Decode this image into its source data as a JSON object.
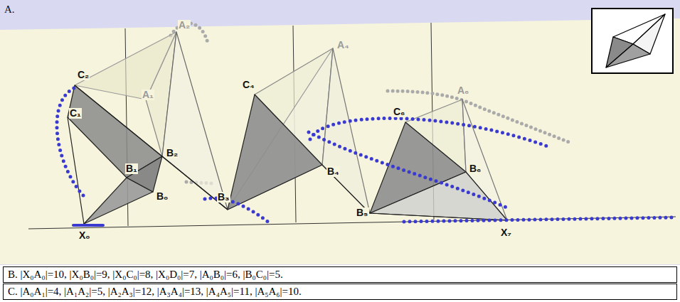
{
  "diagram": {
    "labels": [
      "A.",
      "C₂",
      "C₁",
      "A₂",
      "A₁",
      "B₂",
      "B₁",
      "B₀",
      "X₀",
      "B₃",
      "C₄",
      "A₄",
      "B₄",
      "B₅",
      "C₆",
      "A₆",
      "B₆",
      "X₇",
      "B. |X₀A₀|=10, |X₀B₀|=9, |X₀C₀|=8, |X₀D₀|=7, |A₀B₀|=6, |B₀C₀|=5.",
      "C. |A₀A₁|=4, |A₁A₂|=5, |A₂A₃|=12, |A₃A₄|=13, |A₄A₅|=11, |A₅A₆|=10."
    ]
  }
}
